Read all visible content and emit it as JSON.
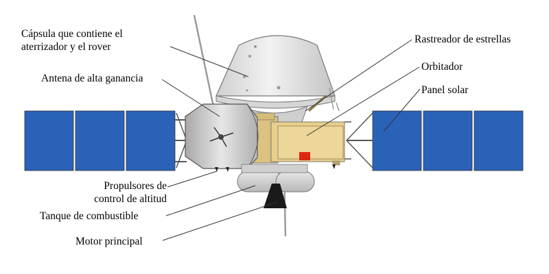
{
  "labels": {
    "capsule_line1": "Cápsula que contiene el",
    "capsule_line2": "aterrizador y el rover",
    "antenna": "Antena de alta ganancia",
    "thrusters_line1": "Propulsores de",
    "thrusters_line2": "control de altitud",
    "fuel_tank": "Tanque de combustible",
    "main_engine": "Motor principal",
    "star_tracker": "Rastreador de estrellas",
    "orbiter": "Orbitador",
    "solar_panel": "Panel solar"
  },
  "colors": {
    "solar_panel": "#2a62b8",
    "orbiter_body": "#e8cf8c",
    "capsule": "#e2e2e2",
    "antenna": "#c8c8c8",
    "flag": "#de2910"
  }
}
